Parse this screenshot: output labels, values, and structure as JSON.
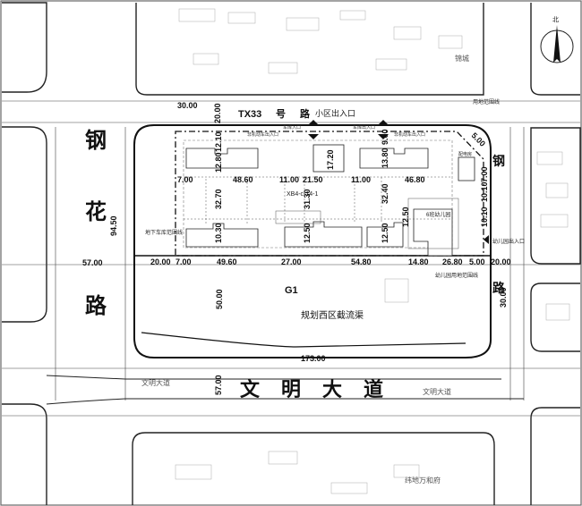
{
  "roads": {
    "top": {
      "name": "TX33",
      "suffix": "号",
      "road": "路",
      "entrance": "小区出入口"
    },
    "left": {
      "chars": [
        "钢",
        "花",
        "路"
      ]
    },
    "right": {
      "chars": [
        "钢",
        "路"
      ]
    },
    "bottom": {
      "chars": [
        "文",
        "明",
        "大",
        "道"
      ],
      "small_label": "文明大道",
      "small_label_right": "文明大道"
    }
  },
  "labels": {
    "parcel_id": "XB4-c-14-1",
    "g1": "G1",
    "canal": "规划西区截流渠",
    "underground_limit": "地下车库范围线",
    "kindergarten_gate": "幼儿园出入口",
    "kindergarten_limit": "幼儿园用地范围线",
    "land_limit": "用地范围线",
    "north": "北",
    "kindergarten": "6班幼儿园",
    "distribution": "配电房",
    "residential_dev": "纬地万和府",
    "upper_label": "锦城",
    "vehicle_gate": "车库入口",
    "entrance_left": "非机动车出入口",
    "vehicle_gate2": "车库出入口",
    "nonmotor_gate": "非机动车出入口"
  },
  "dimensions": {
    "top_30": "30.00",
    "top_20": "20.00",
    "left_94": "94.50",
    "left_57": "57.00",
    "bottom_57": "57.00",
    "bot_20a": "20.00",
    "bot_7a": "7.00",
    "bot_49": "49.60",
    "bot_27": "27.00",
    "bot_54": "54.80",
    "bot_14": "14.80",
    "bot_26": "26.80",
    "bot_5": "5.00",
    "bot_20b": "20.00",
    "right_30": "30.00",
    "g1_50": "50.00",
    "total_173": "173.00",
    "in_12": "12.10",
    "in_12b": "12.80",
    "in_48": "48.60",
    "in_21": "21.50",
    "in_11a": "11.00",
    "in_11b": "11.00",
    "in_46": "46.80",
    "in_7a": "7.00",
    "in_32a": "32.70",
    "in_31": "31.30",
    "in_32b": "32.40",
    "in_10a": "10.30",
    "in_12c": "12.50",
    "in_12d": "12.50",
    "in_17": "17.20",
    "in_13": "13.80",
    "in_9": "9.00",
    "in_5a": "5.00",
    "in_10b": "10.10",
    "in_7b": "7.00",
    "in_12e": "12.50",
    "in_10c": "10.10"
  }
}
